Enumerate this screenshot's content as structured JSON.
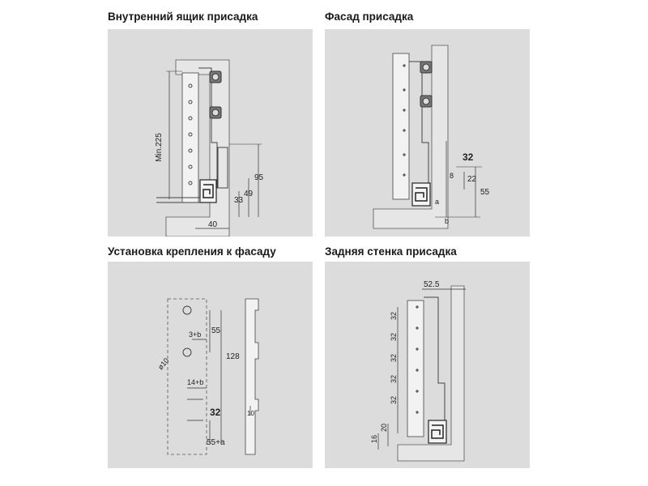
{
  "panels": {
    "inner_drawer": {
      "title": "Внутренний ящик присадка",
      "dims": {
        "min": "Min.225",
        "d95": "95",
        "d49": "49",
        "d33": "33",
        "d40": "40"
      }
    },
    "facade": {
      "title": "Фасад присадка",
      "dims": {
        "d32": "32",
        "d22": "22",
        "d55": "55",
        "d8": "8",
        "a": "a",
        "b": "b"
      }
    },
    "mount": {
      "title": "Установка крепления к фасаду",
      "dims": {
        "d55": "55",
        "d3b": "3+b",
        "d128": "128",
        "phi10": "ø10",
        "d14b": "14+b",
        "d32": "32",
        "d10": "10",
        "d55a": "55+a"
      }
    },
    "back_wall": {
      "title": "Задняя стенка присадка",
      "dims": {
        "d52_5": "52.5",
        "v32": "32",
        "d20": "20",
        "d16": "16"
      }
    }
  }
}
